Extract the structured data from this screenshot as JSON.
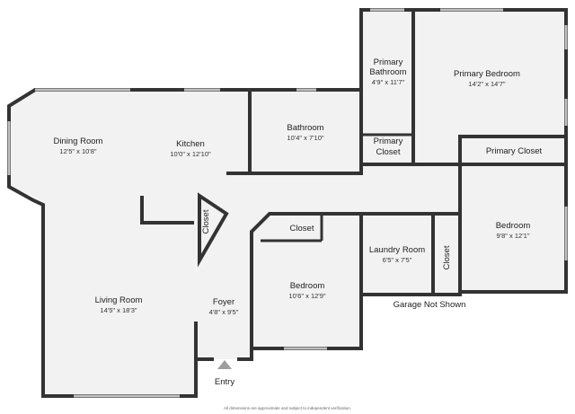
{
  "rooms": {
    "dining_room": {
      "name": "Dining Room",
      "dims": "12'5\" x 10'8\""
    },
    "kitchen": {
      "name": "Kitchen",
      "dims": "10'0\" x 12'10\""
    },
    "bathroom": {
      "name": "Bathroom",
      "dims": "10'4\" x 7'10\""
    },
    "primary_bathroom": {
      "name_line1": "Primary",
      "name_line2": "Bathroom",
      "dims": "4'9\" x 11'7\""
    },
    "primary_bedroom": {
      "name": "Primary Bedroom",
      "dims": "14'2\" x 14'7\""
    },
    "primary_closet_small": {
      "name_line1": "Primary",
      "name_line2": "Closet"
    },
    "primary_closet": {
      "name": "Primary Closet"
    },
    "bedroom_right": {
      "name": "Bedroom",
      "dims": "9'8\" x 12'1\""
    },
    "laundry_room": {
      "name": "Laundry Room",
      "dims": "6'5\" x 7'5\""
    },
    "closet_right": {
      "name": "Closet"
    },
    "closet_middle": {
      "name": "Closet"
    },
    "closet_diagonal": {
      "name": "Closet"
    },
    "bedroom_middle": {
      "name": "Bedroom",
      "dims": "10'6\" x 12'9\""
    },
    "living_room": {
      "name": "Living Room",
      "dims": "14'5\" x 18'3\""
    },
    "foyer": {
      "name": "Foyer",
      "dims": "4'8\" x 9'5\""
    }
  },
  "labels": {
    "garage": "Garage Not Shown",
    "entry": "Entry",
    "disclaimer": "All dimensions are approximate and subject to independent verification."
  },
  "colors": {
    "wall": "#333333",
    "floor": "#f2f2f2",
    "window": "#bfbfbf",
    "entry_marker": "#9e9e9e"
  }
}
